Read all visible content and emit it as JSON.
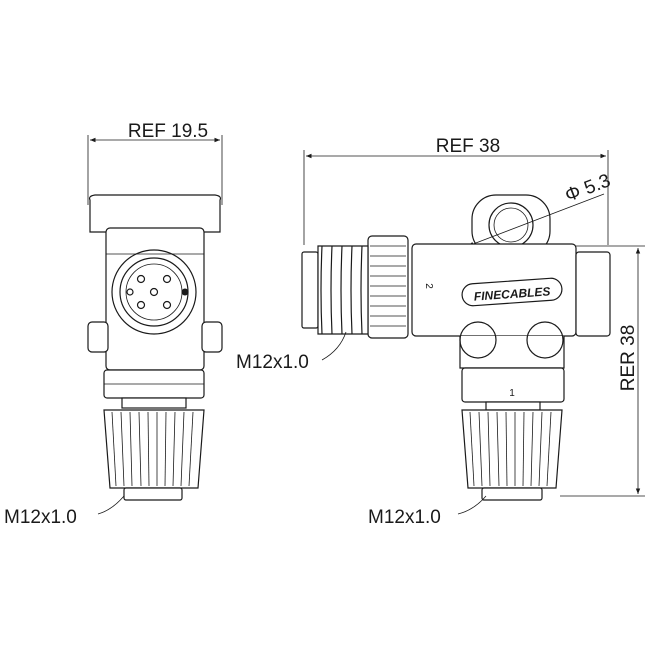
{
  "dimensions": {
    "left_width": "REF 19.5",
    "right_width": "REF 38",
    "right_height": "RER 38",
    "hole_diameter": "Φ 5.3"
  },
  "callouts": {
    "left_bottom_thread": "M12x1.0",
    "right_side_thread": "M12x1.0",
    "right_bottom_thread": "M12x1.0"
  },
  "port_labels": {
    "port_1": "1",
    "port_2": "2"
  },
  "logo_text": "FINECABLES"
}
